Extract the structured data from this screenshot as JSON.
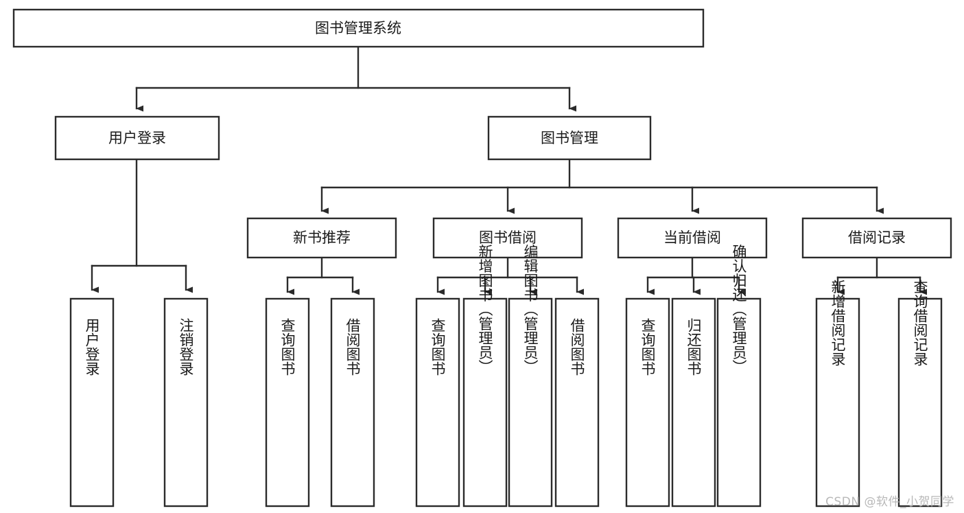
{
  "diagram": {
    "type": "tree",
    "title": "图书管理系统",
    "watermark": "CSDN @软件_小贺同学",
    "root": {
      "label": "图书管理系统"
    },
    "level2": [
      {
        "label": "用户登录"
      },
      {
        "label": "图书管理"
      }
    ],
    "level3": [
      {
        "label": "新书推荐"
      },
      {
        "label": "图书借阅"
      },
      {
        "label": "当前借阅"
      },
      {
        "label": "借阅记录"
      }
    ],
    "leaves": {
      "user_login": [
        {
          "label": "用户登录"
        },
        {
          "label": "注销登录"
        }
      ],
      "new_book_recommend": [
        {
          "label": "查询图书"
        },
        {
          "label": "借阅图书"
        }
      ],
      "book_borrow": [
        {
          "label": "查询图书"
        },
        {
          "label": "新增图书（管理员）"
        },
        {
          "label": "编辑图书（管理员）"
        },
        {
          "label": "借阅图书"
        }
      ],
      "current_borrow": [
        {
          "label": "查询图书"
        },
        {
          "label": "归还图书"
        },
        {
          "label": "确认归还（管理员）"
        }
      ],
      "borrow_record": [
        {
          "label": "新增借阅记录"
        },
        {
          "label": "查询借阅记录"
        }
      ]
    },
    "colors": {
      "stroke": "#2b2b2b",
      "fill": "#ffffff",
      "text": "#1a1a1a",
      "watermark": "#b8b8b8"
    }
  }
}
